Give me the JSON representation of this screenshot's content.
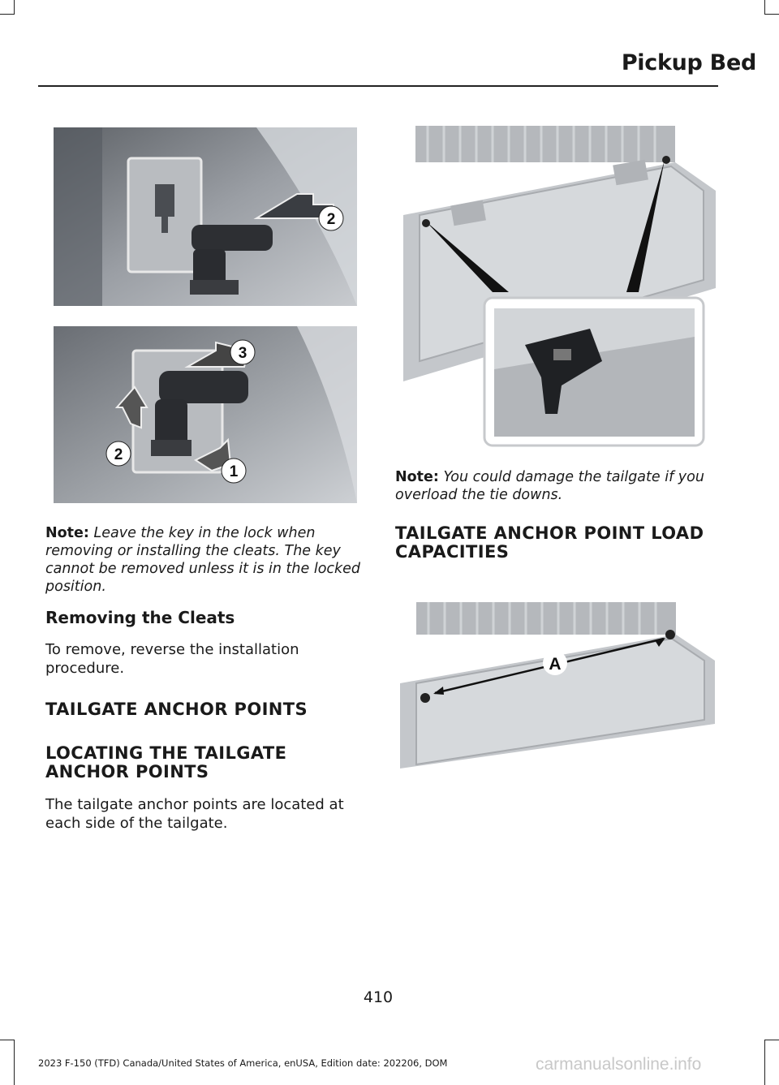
{
  "header": {
    "title": "Pickup Bed"
  },
  "figures": {
    "cleat_install": {
      "callouts": [
        "2"
      ]
    },
    "cleat_remove": {
      "callouts": [
        "3",
        "2",
        "1"
      ]
    },
    "tailgate_anchor": {
      "callouts": []
    },
    "tailgate_load": {
      "callouts": [
        "A"
      ]
    }
  },
  "left_column": {
    "note_label": "Note:",
    "note_text": "Leave the key in the lock when removing or installing the cleats. The key cannot be removed unless it is in the locked position.",
    "removing_heading": "Removing the Cleats",
    "removing_text": "To remove, reverse the installation procedure.",
    "section_heading": "TAILGATE ANCHOR POINTS",
    "subsection_heading_line1": "LOCATING THE TAILGATE",
    "subsection_heading_line2": "ANCHOR POINTS",
    "locating_text": "The tailgate anchor points are located at each side of the tailgate."
  },
  "right_column": {
    "note_label": "Note:",
    "note_text": "You could damage the tailgate if you overload the tie downs.",
    "heading_line1": "TAILGATE ANCHOR POINT LOAD",
    "heading_line2": "CAPACITIES"
  },
  "footer": {
    "page_number": "410",
    "edition": "2023 F-150 (TFD) Canada/United States of America, enUSA, Edition date: 202206, DOM",
    "watermark": "carmanualsonline.info"
  }
}
